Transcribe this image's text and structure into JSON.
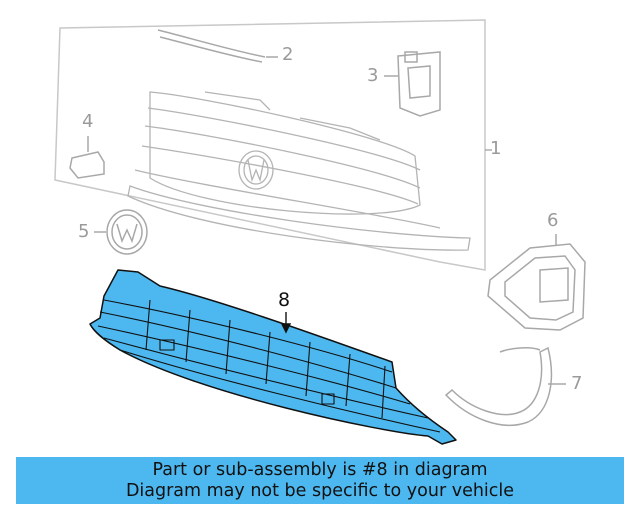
{
  "callouts": {
    "c1": "1",
    "c2": "2",
    "c3": "3",
    "c4": "4",
    "c5": "5",
    "c6": "6",
    "c7": "7",
    "c8": "8"
  },
  "highlight_color": "#4db8f0",
  "banner": {
    "line1": "Part or sub-assembly is #8 in diagram",
    "line2": "Diagram may not be specific to your vehicle"
  }
}
